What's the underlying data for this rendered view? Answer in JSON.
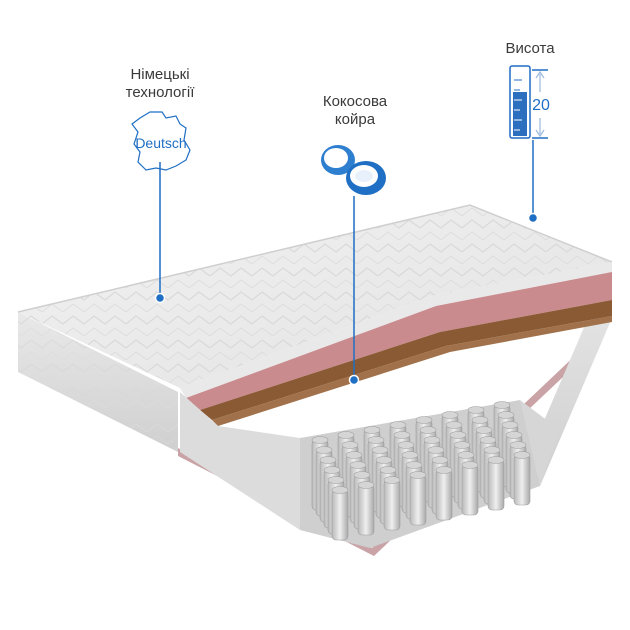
{
  "features": {
    "german_tech": {
      "line1": "Німецькі",
      "line2": "технології",
      "badge": "Deutsch",
      "icon": "germany-map-icon"
    },
    "coconut_coir": {
      "line1": "Кокосова",
      "line2": "койра",
      "icon": "coconut-icon"
    },
    "height": {
      "label": "Висота",
      "value": "20",
      "icon": "height-ruler-icon"
    }
  },
  "colors": {
    "accent": "#1f6fc4",
    "pink_layer": "#c98b8e",
    "coir_layer": "#8a5a34",
    "foam": "#e6e6e6"
  }
}
